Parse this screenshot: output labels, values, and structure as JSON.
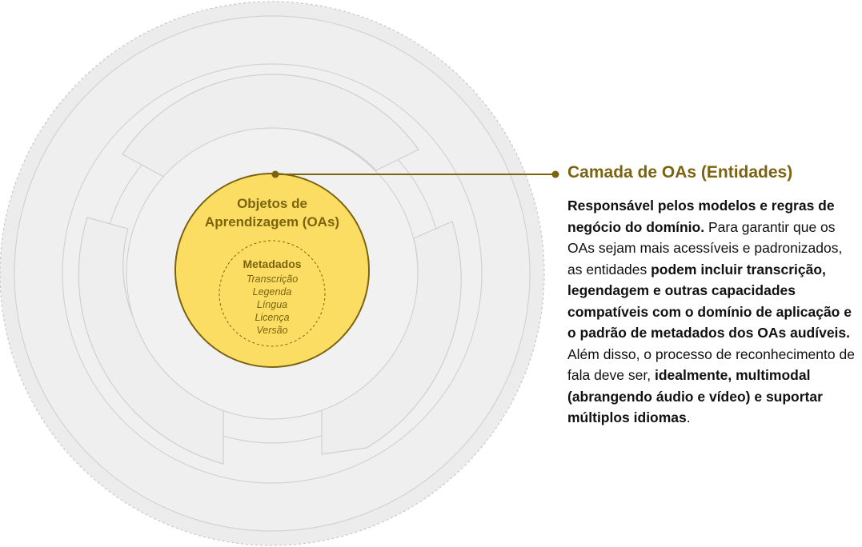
{
  "diagram": {
    "core": {
      "title_line1": "Objetos de",
      "title_line2": "Aprendizagem (OAs)",
      "metadata_title": "Metadados",
      "metadata_items": [
        "Transcrição",
        "Legenda",
        "Língua",
        "Licença",
        "Versão"
      ]
    },
    "colors": {
      "core_fill": "#fbdd63",
      "core_stroke": "#7a6410",
      "accent_text": "#7a6410",
      "ring_fill": "#efefef",
      "ring_stroke": "#cfcfcf"
    }
  },
  "legend": {
    "heading": "Camada de OAs (Entidades)",
    "paragraph1": {
      "bold1": "Responsável pelos modelos e regras de negócio do domínio.",
      "text1": " Para garantir que os OAs sejam mais acessíveis e padronizados, as entidades ",
      "bold2": "podem incluir transcrição, legendagem e outras capacidades compatíveis com o domínio de aplicação e o padrão de metadados dos OAs audíveis."
    },
    "paragraph2": {
      "text1": "Além disso, o processo de reconhecimento de fala deve ser, ",
      "bold1": "idealmente, multimodal (abrangendo áudio e vídeo) e suportar múltiplos idiomas",
      "text2": "."
    }
  }
}
